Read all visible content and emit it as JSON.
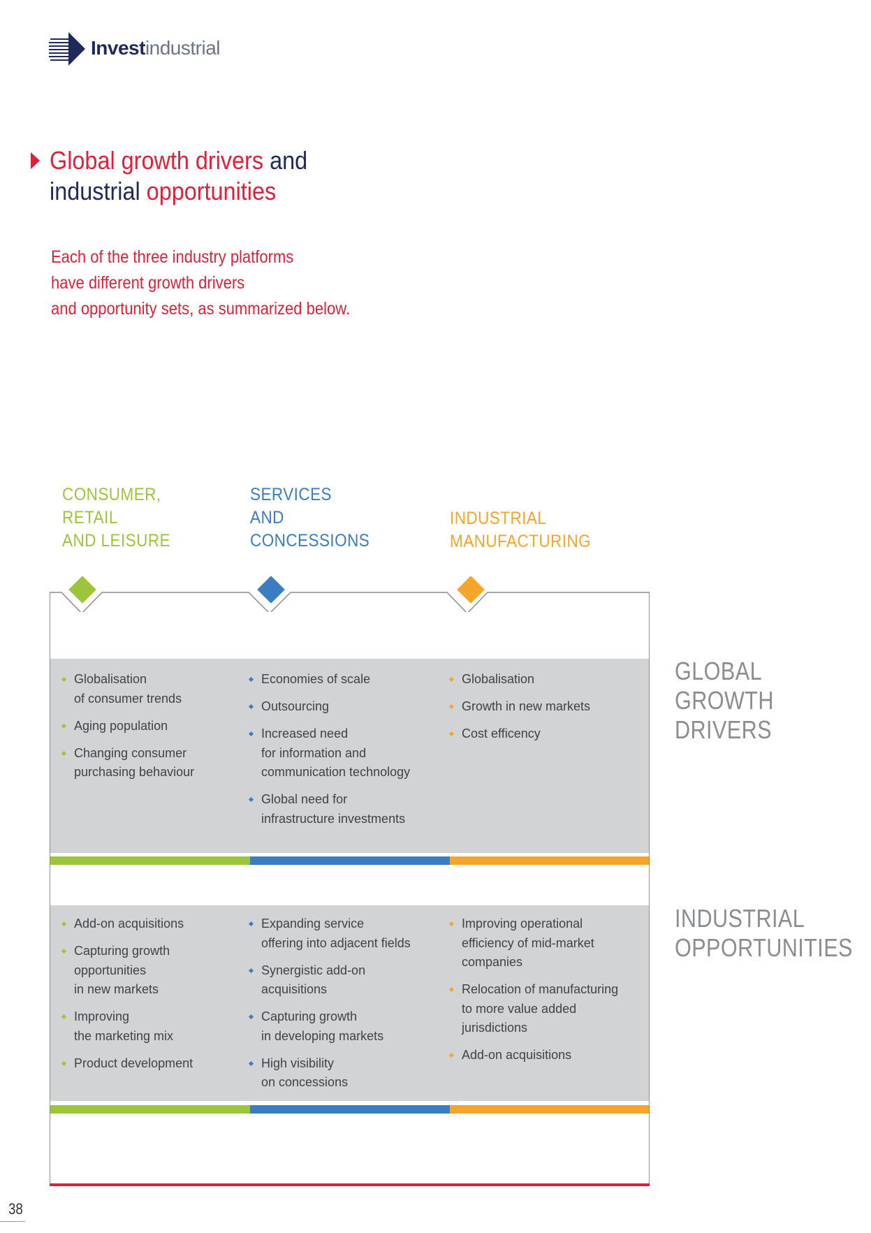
{
  "logo": {
    "bold": "Invest",
    "light": "industrial"
  },
  "title": {
    "part1": "Global growth drivers",
    "part2": " and",
    "part3": "industrial",
    "part4": " opportunities"
  },
  "intro": [
    "Each of the three industry platforms",
    "have different growth drivers",
    "and opportunity sets, as summarized below."
  ],
  "platforms": [
    {
      "lines": [
        "CONSUMER,",
        "RETAIL",
        "AND LEISURE"
      ],
      "color": "#9cc53a"
    },
    {
      "lines": [
        "SERVICES",
        "AND",
        "CONCESSIONS"
      ],
      "color": "#3a7dc2"
    },
    {
      "lines": [
        "INDUSTRIAL",
        "MANUFACTURING"
      ],
      "color": "#f5a52a"
    }
  ],
  "sections": {
    "drivers": {
      "label": [
        "GLOBAL",
        "GROWTH",
        "DRIVERS"
      ]
    },
    "opportunities": {
      "label": [
        "INDUSTRIAL",
        "OPPORTUNITIES"
      ]
    }
  },
  "drivers": {
    "consumer": [
      "Globalisation\nof consumer trends",
      "Aging population",
      "Changing consumer\npurchasing behaviour"
    ],
    "services": [
      "Economies of scale",
      "Outsourcing",
      "Increased need\nfor information and\ncommunication technology",
      "Global need for\ninfrastructure investments"
    ],
    "industrial": [
      "Globalisation",
      "Growth in new markets",
      "Cost efficency"
    ]
  },
  "opportunities": {
    "consumer": [
      "Add-on acquisitions",
      "Capturing growth\nopportunities\nin new markets",
      "Improving\nthe marketing mix",
      "Product development"
    ],
    "services": [
      "Expanding service\noffering into adjacent fields",
      "Synergistic add-on\nacquisitions",
      "Capturing growth\nin developing markets",
      "High visibility\non concessions"
    ],
    "industrial": [
      "Improving operational\nefficiency of mid-market\ncompanies",
      "Relocation of manufacturing\nto more value added\njurisdictions",
      "Add-on acquisitions"
    ]
  },
  "page_number": "38"
}
